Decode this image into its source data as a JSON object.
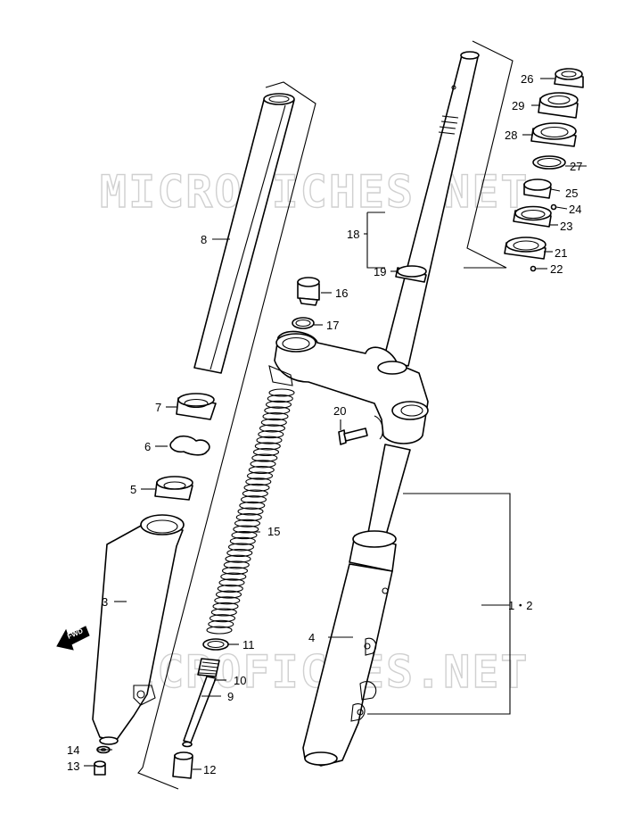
{
  "watermark": "MICROFICHES.NET",
  "direction_marker": "FWD",
  "callouts": {
    "p1_2": "1・2",
    "p3": "3",
    "p4": "4",
    "p5": "5",
    "p6": "6",
    "p7": "7",
    "p8": "8",
    "p9": "9",
    "p10": "10",
    "p11": "11",
    "p12": "12",
    "p13": "13",
    "p14": "14",
    "p15": "15",
    "p16": "16",
    "p17": "17",
    "p18": "18",
    "p19": "19",
    "p20": "20",
    "p21": "21",
    "p22": "22",
    "p23": "23",
    "p24": "24",
    "p25": "25",
    "p26": "26",
    "p27": "27",
    "p28": "28",
    "p29": "29"
  }
}
